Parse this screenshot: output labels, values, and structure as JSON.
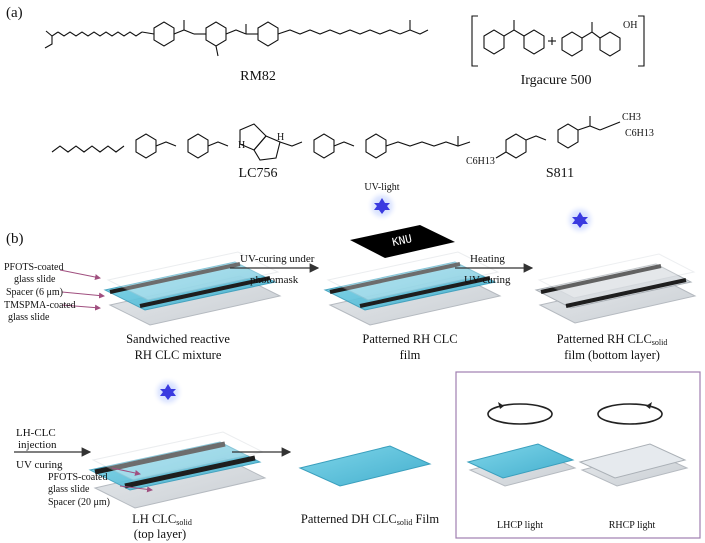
{
  "panel_labels": {
    "a": "(a)",
    "b": "(b)"
  },
  "chemicals": {
    "rm82": "RM82",
    "irgacure": "Irgacure 500",
    "lc756": "LC756",
    "s811": "S811",
    "s811_ch3": "CH3",
    "s811_c6h13_right": "C6H13",
    "s811_c6h13_left": "C6H13",
    "irgacure_oh": "OH",
    "lc756_h1": "H",
    "lc756_h2": "H"
  },
  "process": {
    "uv_light_label": "UV-light",
    "mask_text": "KNU",
    "step1_line1": "UV-curing under",
    "step1_line2": "photomask",
    "step2_line1": "Heating",
    "step2_line2": "UV curing",
    "step3_line1": "LH-CLC",
    "step3_line2": "injection",
    "step3_line3": "UV curing",
    "callouts_top": {
      "pfots": [
        "PFOTS-coated",
        "glass slide"
      ],
      "spacer": "Spacer (6 μm)",
      "tmspma": [
        "TMSPMA-coated",
        "glass slide"
      ]
    },
    "callouts_bottom": {
      "pfots": [
        "PFOTS-coated",
        "glass slide"
      ],
      "spacer": "Spacer (20 μm)"
    },
    "captions": {
      "c1": [
        "Sandwiched reactive",
        "RH CLC mixture"
      ],
      "c2": [
        "Patterned RH CLC",
        "film"
      ],
      "c3_main": "Patterned RH CLC",
      "c3_sub": "solid",
      "c3_line2": "film (bottom layer)",
      "c4_main": "LH CLC",
      "c4_sub": "solid",
      "c4_line2": "(top layer)",
      "c5_main": "Patterned DH CLC",
      "c5_sub": "solid",
      "c5_tail": " Film",
      "lhcp": "LHCP light",
      "rhcp": "RHCP light"
    }
  },
  "colors": {
    "film_cyan": "#5fc3dc",
    "glass": "#e3e6ea",
    "spacer": "#1e1e1e",
    "uv_star": "#3a3ae0",
    "uv_glow": "#9fb4ff",
    "box_border": "#a07fb0",
    "arrow": "#333333",
    "callout_arrow": "#a04f7f"
  }
}
